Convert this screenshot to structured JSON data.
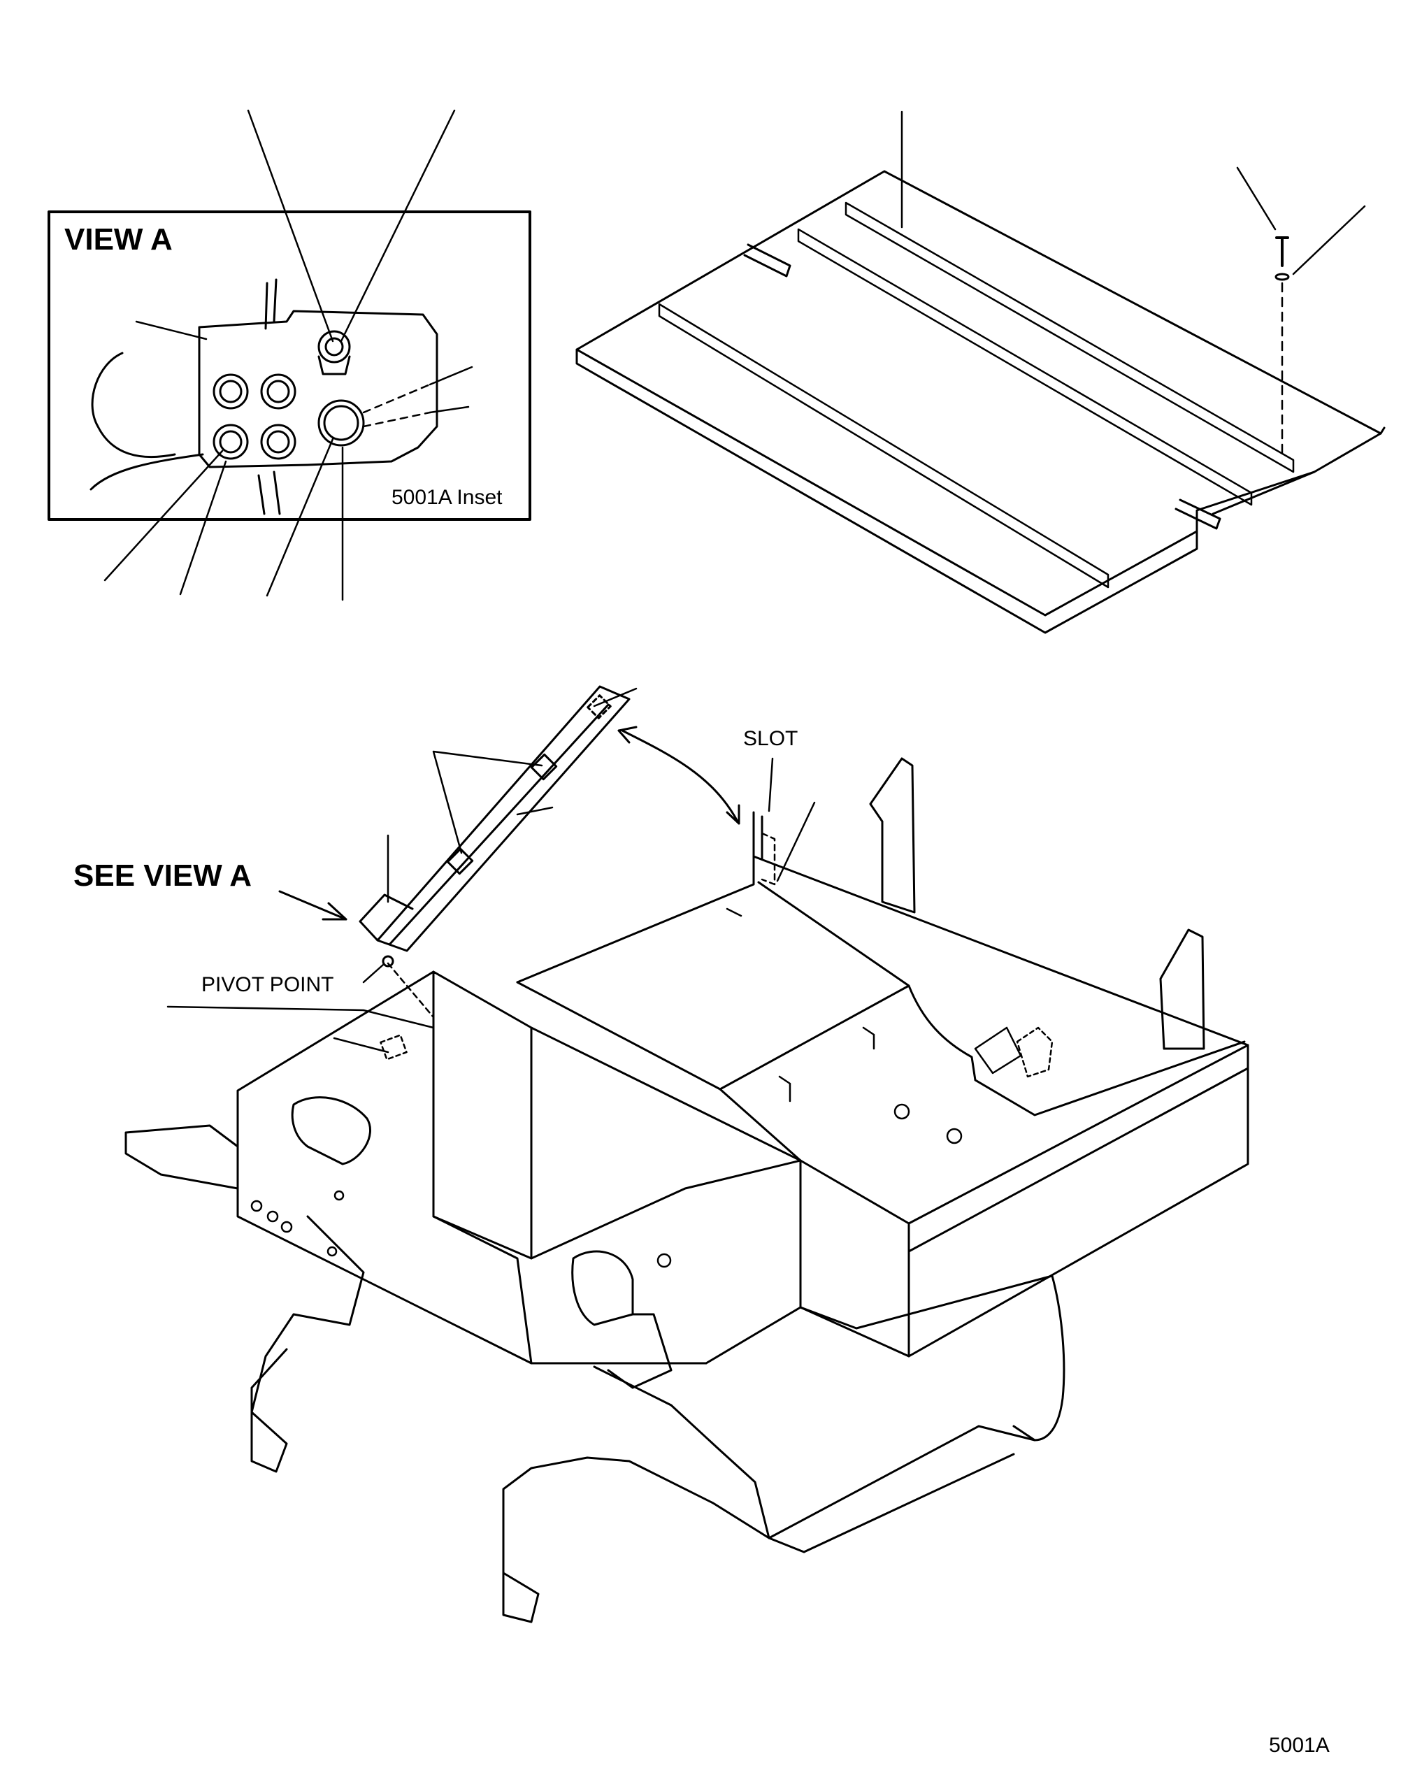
{
  "labels": {
    "view_a": "VIEW A",
    "inset_caption": "5001A Inset",
    "see_view_a": "SEE VIEW A",
    "slot": "SLOT",
    "pivot_point": "PIVOT POINT",
    "figure_number": "5001A"
  }
}
